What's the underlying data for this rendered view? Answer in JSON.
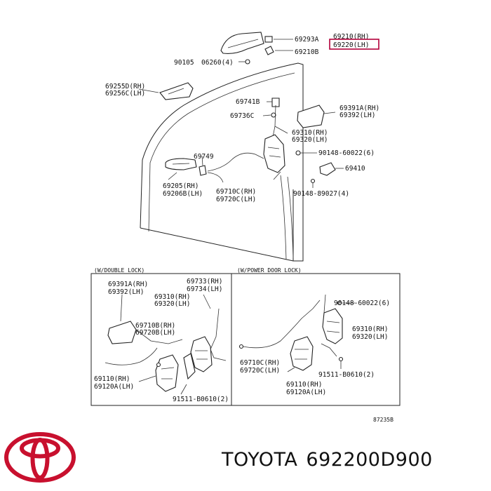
{
  "labels": {
    "p69210rh": "69210(RH)",
    "p69220lh": "69220(LH)",
    "p69293a": "69293A",
    "p69210b": "69210B",
    "p90105": "90105",
    "p06260": "06260(4)",
    "p69255d": "69255D(RH)",
    "p69256c": "69256C(LH)",
    "p69741b": "69741B",
    "p69736c": "69736C",
    "p69391a_top": "69391A(RH)",
    "p69392_top": "69392(LH)",
    "p69310_top": "69310(RH)",
    "p69320_top": "69320(LH)",
    "p90148_60022_top": "90148-60022(6)",
    "p69749": "69749",
    "p69410": "69410",
    "p69205": "69205(RH)",
    "p69206b": "69206B(LH)",
    "p69710c_top": "69710C(RH)",
    "p69720c_top": "69720C(LH)",
    "p90148_89027": "90148-89027(4)"
  },
  "inset_left": {
    "title": "(W/DOUBLE LOCK)",
    "p69391a": "69391A(RH)",
    "p69392": "69392(LH)",
    "p69733": "69733(RH)",
    "p69734": "69734(LH)",
    "p69310": "69310(RH)",
    "p69320": "69320(LH)",
    "p69710b": "69710B(RH)",
    "p69720b": "69720B(LH)",
    "p69110": "69110(RH)",
    "p69120a": "69120A(LH)",
    "p91511": "91511-B0610(2)"
  },
  "inset_right": {
    "title": "(W/POWER DOOR LOCK)",
    "p90148": "90148-60022(6)",
    "p69310": "69310(RH)",
    "p69320": "69320(LH)",
    "p69710c": "69710C(RH)",
    "p69720c": "69720C(LH)",
    "p91511": "91511-B0610(2)",
    "p69110": "69110(RH)",
    "p69120a": "69120A(LH)"
  },
  "diagram_code": "87235B",
  "brand": {
    "name": "TOYOTA",
    "part_number": "692200D900"
  },
  "colors": {
    "highlight": "#b3003a",
    "logo": "#c8102e"
  },
  "icons": {
    "logo": "toyota-logo-icon"
  }
}
